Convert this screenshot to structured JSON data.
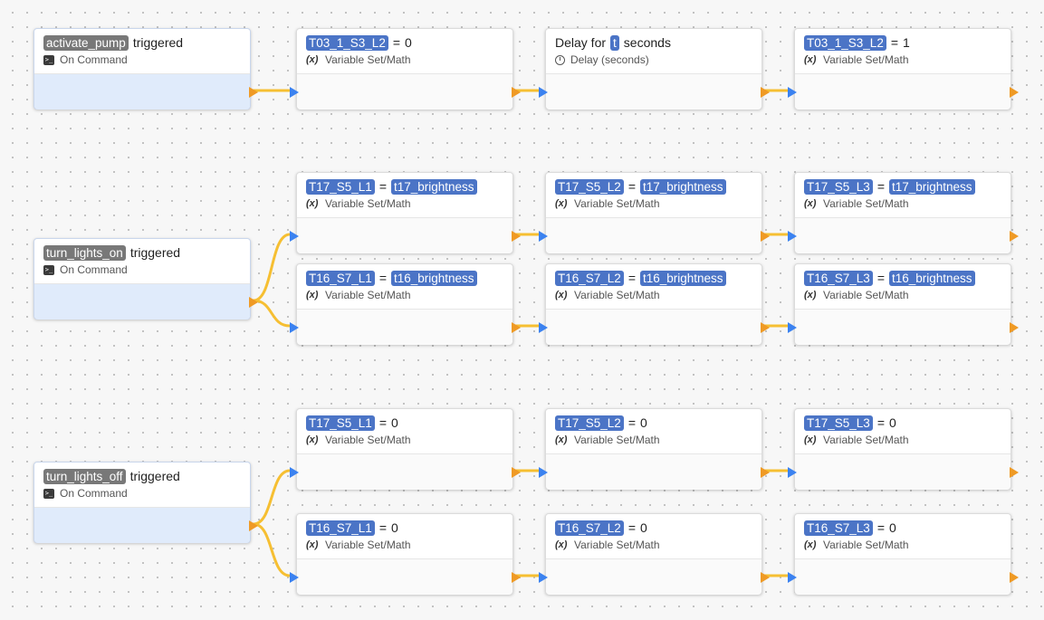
{
  "colors": {
    "wire": "#f6bf32",
    "input_port": "#3b82f0",
    "output_port": "#ef9a25",
    "pill": "#4b74c6",
    "trigger_pill": "#787878",
    "trigger_body": "#e0ebfb"
  },
  "icons": {
    "command": "terminal-icon",
    "variable": "variable-x-icon",
    "delay": "timer-icon"
  },
  "flows": [
    {
      "trigger": {
        "name": "activate_pump",
        "suffix": "triggered",
        "sub": "On Command"
      },
      "rows": [
        [
          {
            "type": "var",
            "target": "T03_1_S3_L2",
            "op": "=",
            "value_text": "0",
            "sub": "Variable Set/Math"
          },
          {
            "type": "delay",
            "prefix": "Delay for",
            "var": "t",
            "suffix": "seconds",
            "sub": "Delay (seconds)"
          },
          {
            "type": "var",
            "target": "T03_1_S3_L2",
            "op": "=",
            "value_text": "1",
            "sub": "Variable Set/Math"
          }
        ]
      ]
    },
    {
      "trigger": {
        "name": "turn_lights_on",
        "suffix": "triggered",
        "sub": "On Command"
      },
      "rows": [
        [
          {
            "type": "var",
            "target": "T17_S5_L1",
            "op": "=",
            "value_pill": "t17_brightness",
            "sub": "Variable Set/Math"
          },
          {
            "type": "var",
            "target": "T17_S5_L2",
            "op": "=",
            "value_pill": "t17_brightness",
            "sub": "Variable Set/Math"
          },
          {
            "type": "var",
            "target": "T17_S5_L3",
            "op": "=",
            "value_pill": "t17_brightness",
            "sub": "Variable Set/Math"
          }
        ],
        [
          {
            "type": "var",
            "target": "T16_S7_L1",
            "op": "=",
            "value_pill": "t16_brightness",
            "sub": "Variable Set/Math"
          },
          {
            "type": "var",
            "target": "T16_S7_L2",
            "op": "=",
            "value_pill": "t16_brightness",
            "sub": "Variable Set/Math"
          },
          {
            "type": "var",
            "target": "T16_S7_L3",
            "op": "=",
            "value_pill": "t16_brightness",
            "sub": "Variable Set/Math"
          }
        ]
      ]
    },
    {
      "trigger": {
        "name": "turn_lights_off",
        "suffix": "triggered",
        "sub": "On Command"
      },
      "rows": [
        [
          {
            "type": "var",
            "target": "T17_S5_L1",
            "op": "=",
            "value_text": "0",
            "sub": "Variable Set/Math"
          },
          {
            "type": "var",
            "target": "T17_S5_L2",
            "op": "=",
            "value_text": "0",
            "sub": "Variable Set/Math"
          },
          {
            "type": "var",
            "target": "T17_S5_L3",
            "op": "=",
            "value_text": "0",
            "sub": "Variable Set/Math"
          }
        ],
        [
          {
            "type": "var",
            "target": "T16_S7_L1",
            "op": "=",
            "value_text": "0",
            "sub": "Variable Set/Math"
          },
          {
            "type": "var",
            "target": "T16_S7_L2",
            "op": "=",
            "value_text": "0",
            "sub": "Variable Set/Math"
          },
          {
            "type": "var",
            "target": "T16_S7_L3",
            "op": "=",
            "value_text": "0",
            "sub": "Variable Set/Math"
          }
        ]
      ]
    }
  ]
}
